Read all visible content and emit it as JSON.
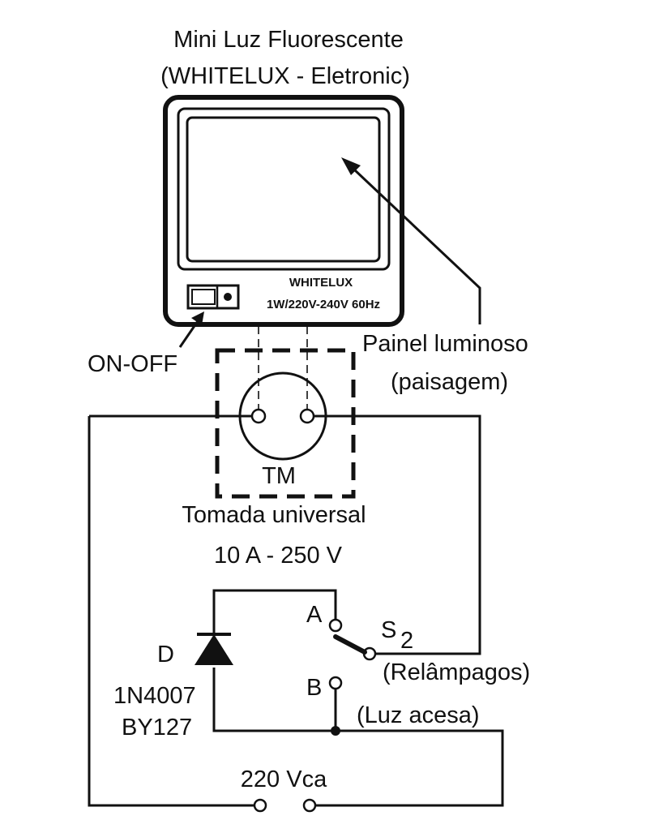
{
  "title": {
    "line1": "Mini Luz Fluorescente",
    "line2": "(WHITELUX - Eletronic)"
  },
  "device": {
    "brand": "WHITELUX",
    "rating": "1W/220V-240V 60Hz"
  },
  "labels": {
    "on_off": "ON-OFF",
    "panel_line1": "Painel luminoso",
    "panel_line2": "(paisagem)",
    "socket_code": "TM",
    "socket_line1": "Tomada universal",
    "socket_line2": "10 A - 250 V",
    "diode_ref": "D",
    "diode_part1": "1N4007",
    "diode_part2": "BY127",
    "switch_a": "A",
    "switch_b": "B",
    "switch_ref": "S",
    "switch_sub": "2",
    "relampagos": "(Relâmpagos)",
    "luz_acesa": "(Luz acesa)",
    "supply": "220 Vca"
  },
  "colors": {
    "ink": "#111111",
    "paper": "#ffffff"
  }
}
